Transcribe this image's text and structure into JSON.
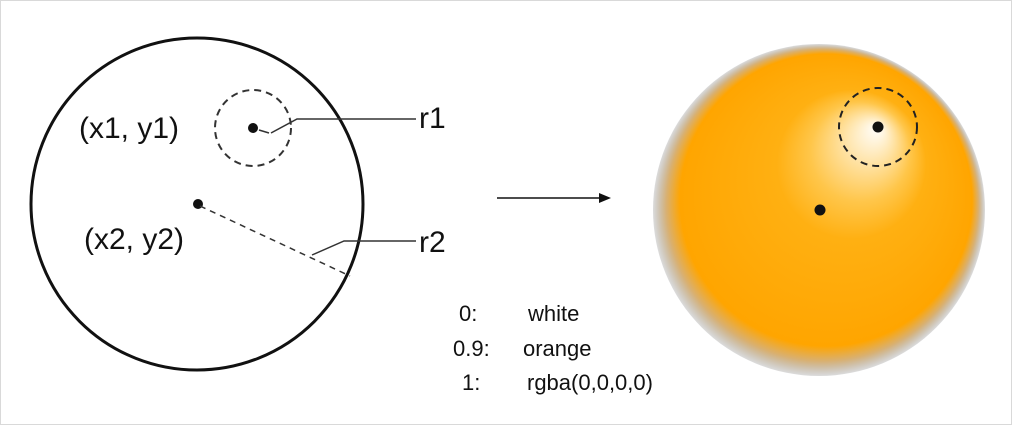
{
  "left_diagram": {
    "point1_label": "(x1, y1)",
    "point2_label": "(x2, y2)",
    "r1_label": "r1",
    "r2_label": "r2"
  },
  "legend": [
    {
      "stop": "0:",
      "color_name": "white"
    },
    {
      "stop": "0.9:",
      "color_name": "orange"
    },
    {
      "stop": "1:",
      "color_name": "rgba(0,0,0,0)"
    }
  ],
  "gradient_colors": {
    "inner": "#ffffff",
    "mid": "#ffa500",
    "outer": "rgba(0,0,0,0)"
  }
}
